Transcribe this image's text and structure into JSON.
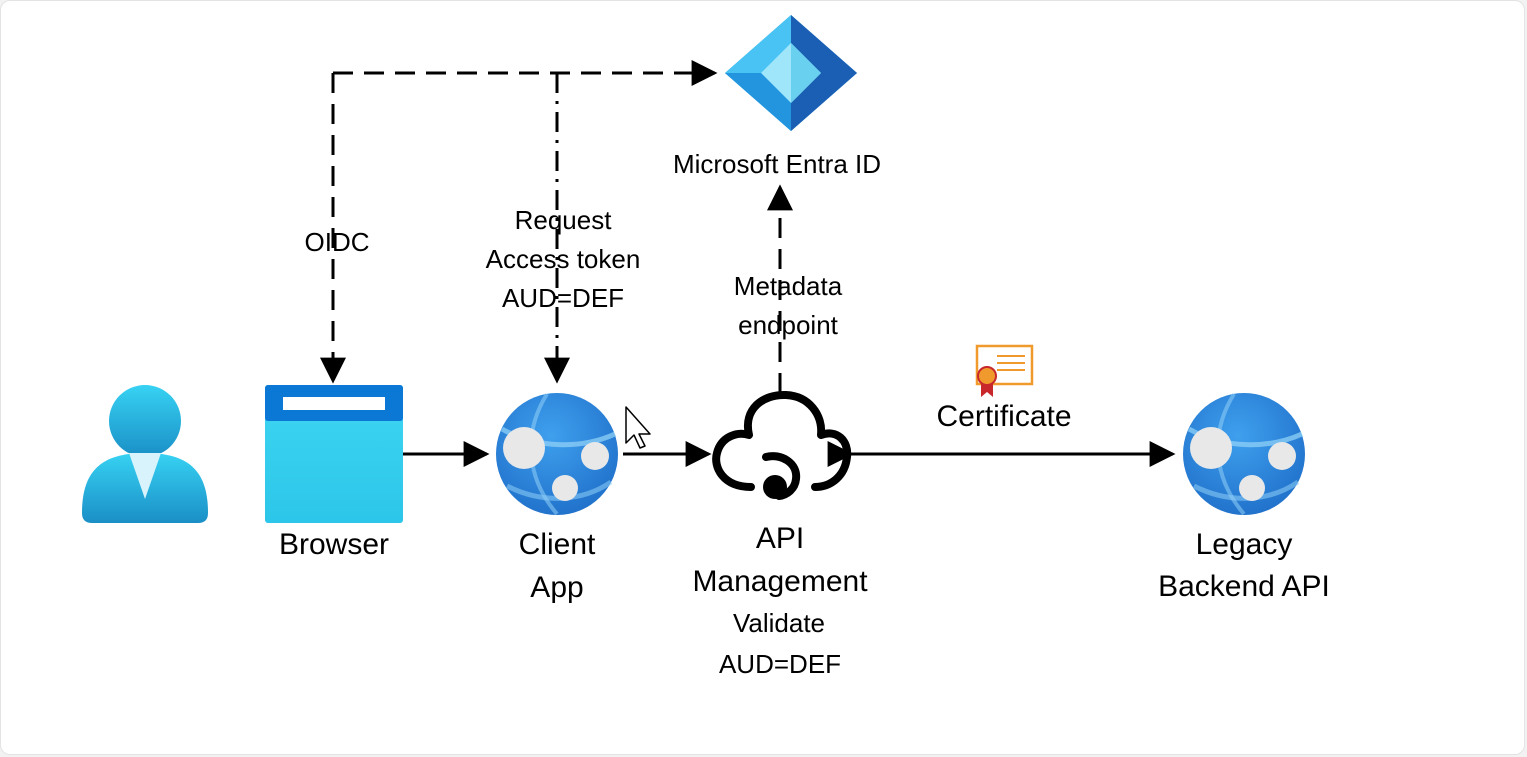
{
  "colors": {
    "line": "#000000",
    "azure_blue": "#2d8be0",
    "azure_light": "#52d4f5",
    "browser_top": "#0a78d4",
    "browser_body": "#35d1f0",
    "cert_orange": "#f09a2e",
    "cert_red": "#c8282b"
  },
  "icons": {
    "user": "user-icon",
    "browser": "browser-window-icon",
    "client_app": "web-app-globe-icon",
    "apim": "api-management-cloud-icon",
    "entra": "entra-id-pyramid-icon",
    "certificate": "certificate-icon",
    "backend": "web-app-globe-icon",
    "cursor": "mouse-cursor-icon"
  },
  "labels": {
    "entra": "Microsoft Entra ID",
    "oidc": "OIDC",
    "request_line1": "Request",
    "request_line2": "Access token",
    "request_line3": "AUD=DEF",
    "metadata_line1": "Metadata",
    "metadata_line2": "endpoint",
    "certificate": "Certificate",
    "browser": "Browser",
    "client_line1": "Client",
    "client_line2": "App",
    "apim_line1": "API",
    "apim_line2": "Management",
    "apim_line3": "Validate",
    "apim_line4": "AUD=DEF",
    "backend_line1": "Legacy",
    "backend_line2": "Backend API"
  }
}
